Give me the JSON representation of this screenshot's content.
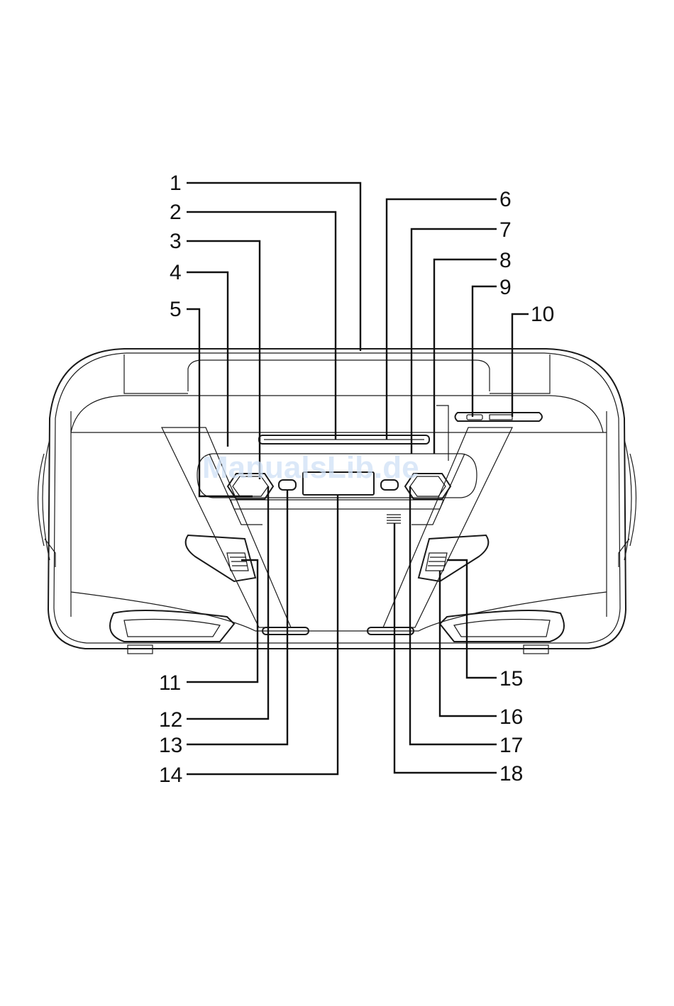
{
  "watermark": "ManualsLib.de",
  "callouts": {
    "c1": "1",
    "c2": "2",
    "c3": "3",
    "c4": "4",
    "c5": "5",
    "c6": "6",
    "c7": "7",
    "c8": "8",
    "c9": "9",
    "c10": "10",
    "c11": "11",
    "c12": "12",
    "c13": "13",
    "c14": "14",
    "c15": "15",
    "c16": "16",
    "c17": "17",
    "c18": "18"
  }
}
